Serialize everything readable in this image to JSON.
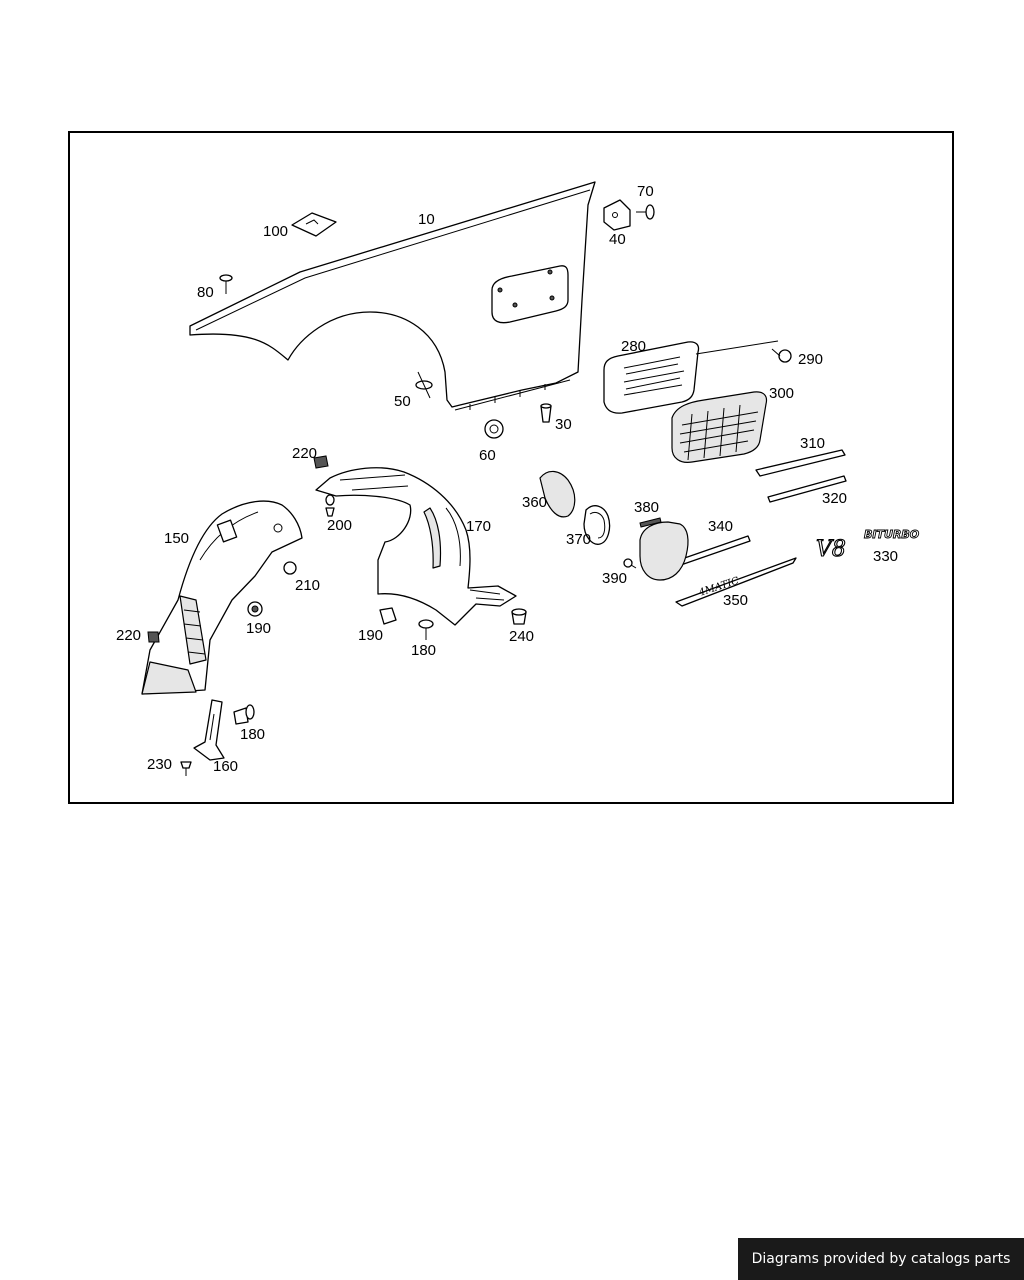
{
  "diagram": {
    "callouts": [
      "10",
      "30",
      "40",
      "50",
      "60",
      "70",
      "80",
      "100",
      "150",
      "160",
      "170",
      "180",
      "180",
      "190",
      "190",
      "200",
      "210",
      "220",
      "220",
      "230",
      "240",
      "280",
      "290",
      "300",
      "310",
      "320",
      "330",
      "340",
      "350",
      "360",
      "370",
      "380",
      "390"
    ]
  },
  "emblems": {
    "v8_main": "V8",
    "v8_sub": "BITURBO",
    "nameplate": "4MATIC"
  },
  "footer": {
    "text": "Diagrams provided by catalogs parts"
  }
}
